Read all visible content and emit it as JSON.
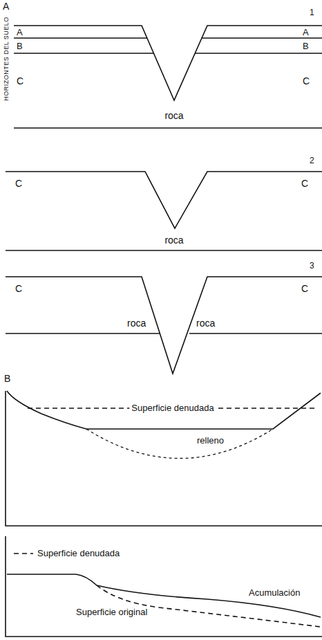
{
  "diagram": {
    "labels": [
      "A",
      "1",
      "HORIZONTES DEL SUELO",
      "A",
      "B",
      "C",
      "A",
      "B",
      "C",
      "roca",
      "2",
      "C",
      "C",
      "roca",
      "3",
      "C",
      "C",
      "roca",
      "roca",
      "B",
      "Superficie denudada",
      "relleno",
      "Superficie denudada",
      "Acumulación",
      "Superficie original"
    ]
  }
}
